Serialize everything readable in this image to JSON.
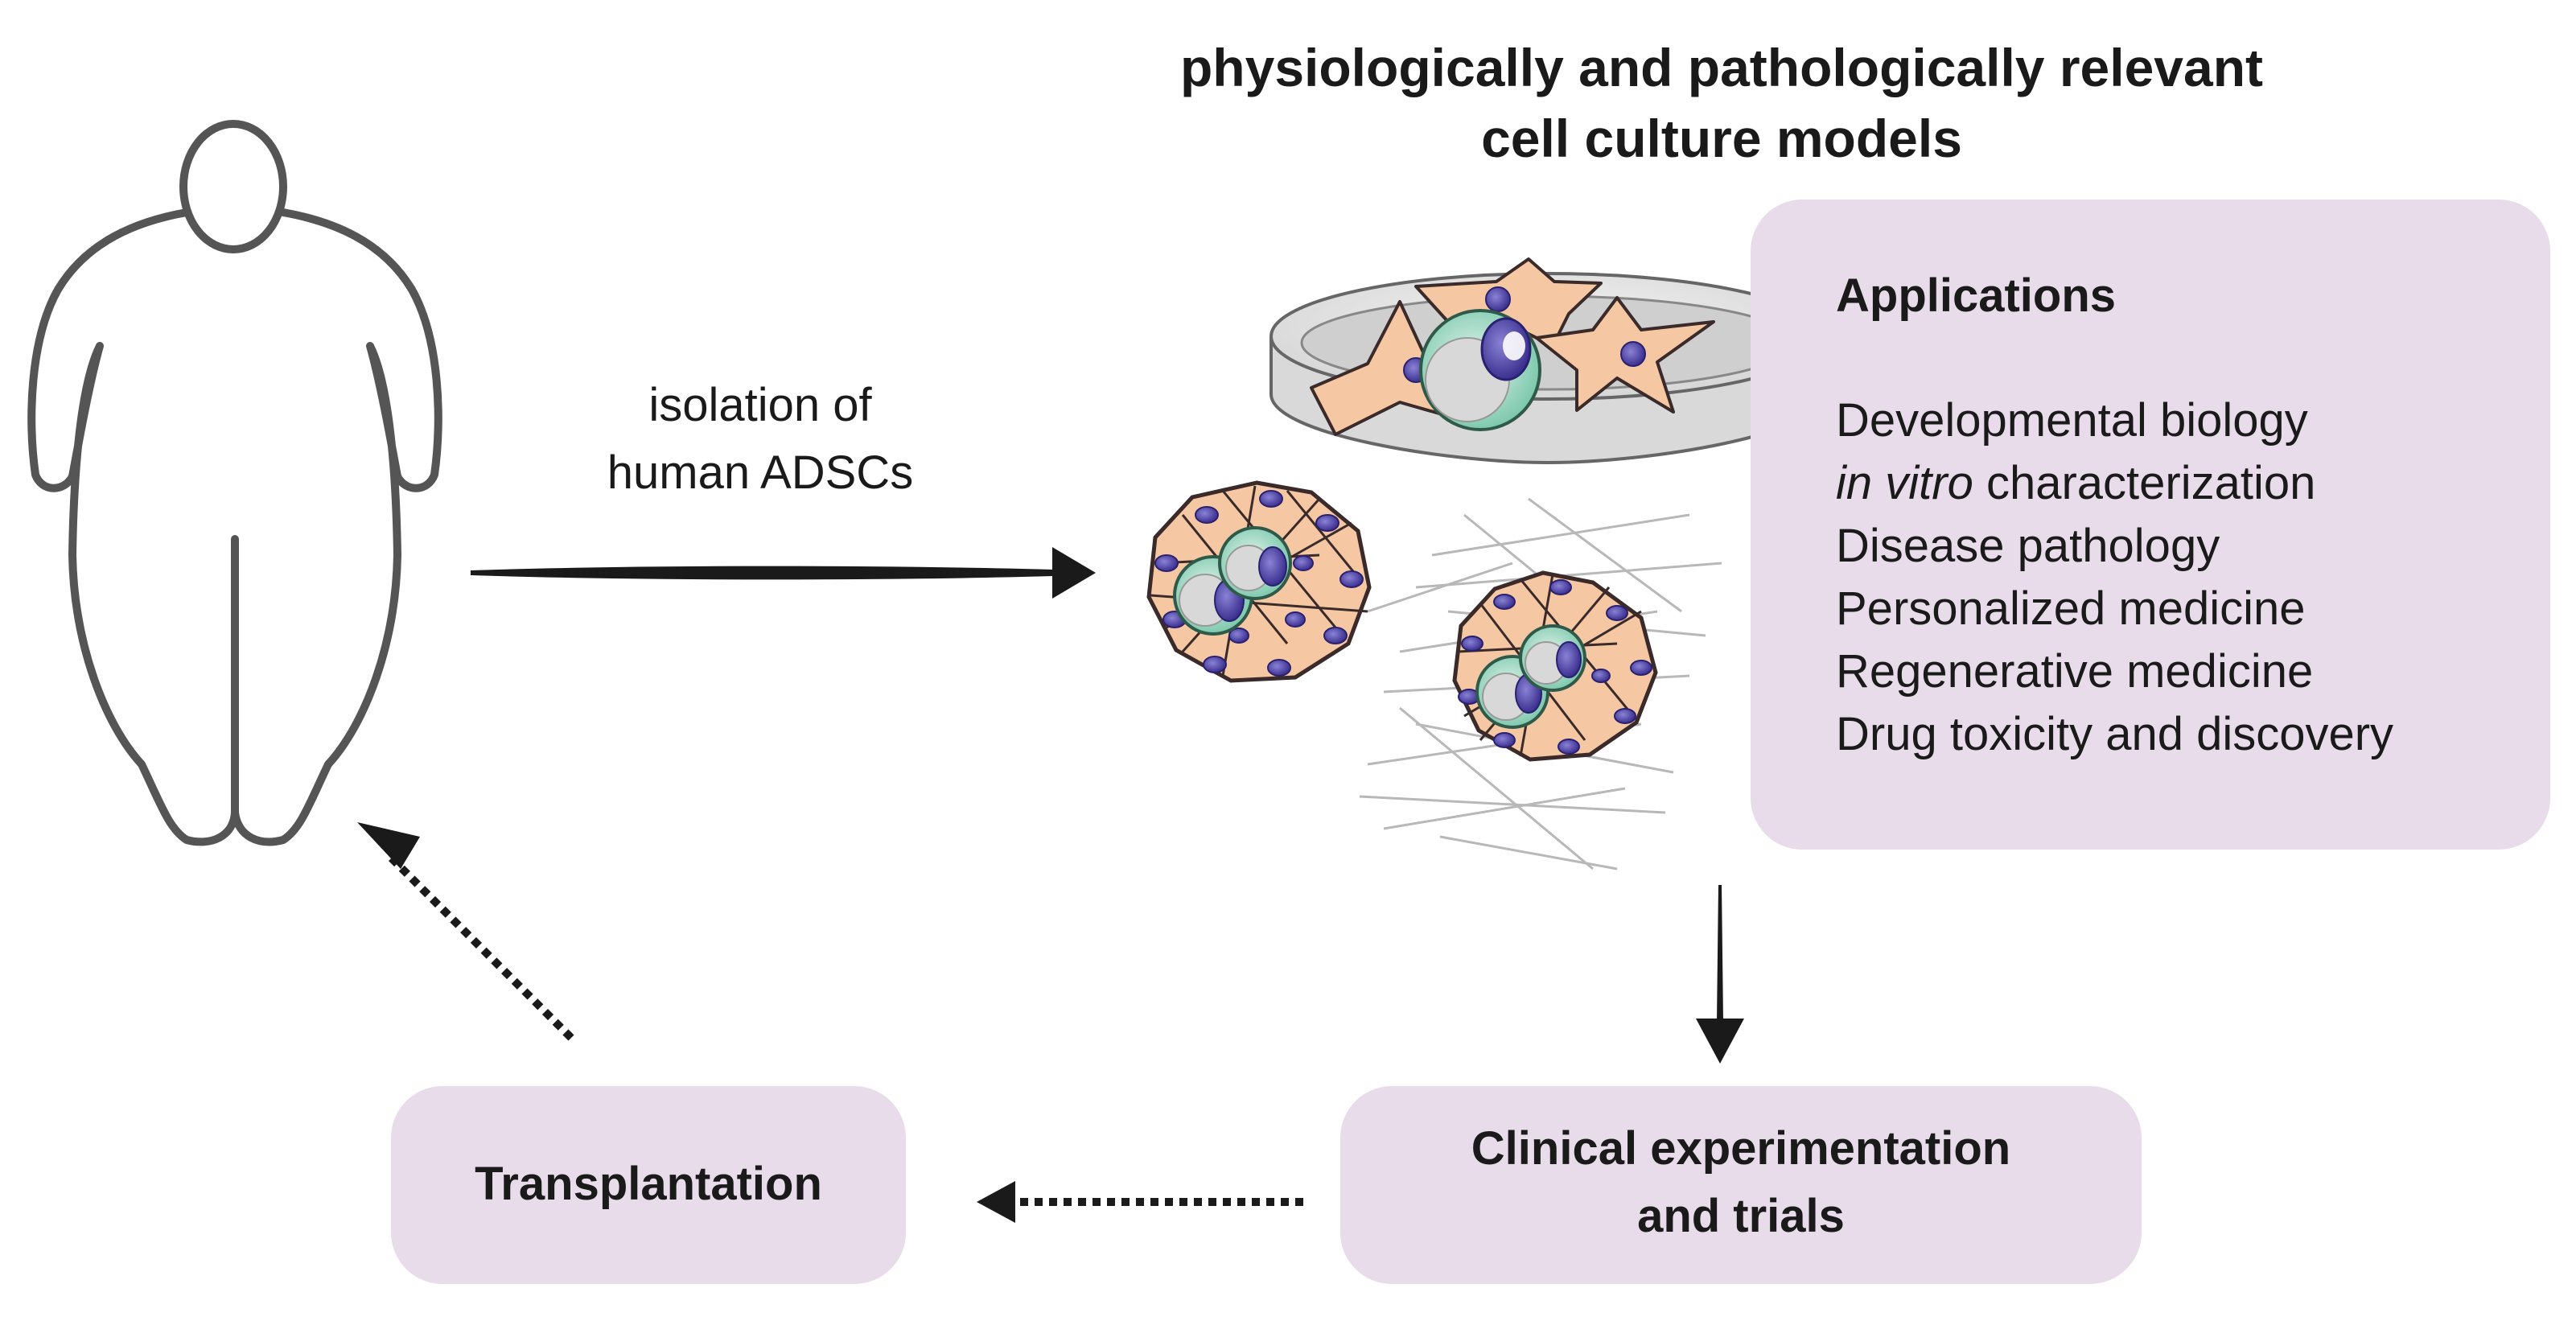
{
  "title": {
    "line1": "physiologically and pathologically relevant",
    "line2": "cell culture models"
  },
  "isolation_arrow": {
    "line1": "isolation of",
    "line2": "human ADSCs"
  },
  "applications": {
    "heading": "Applications",
    "items": [
      {
        "italic": "",
        "text": "Developmental biology"
      },
      {
        "italic": "in vitro",
        "text": " characterization"
      },
      {
        "italic": "",
        "text": "Disease pathology"
      },
      {
        "italic": "",
        "text": "Personalized medicine"
      },
      {
        "italic": "",
        "text": "Regenerative medicine"
      },
      {
        "italic": "",
        "text": "Drug toxicity and discovery"
      }
    ]
  },
  "clinical_box": {
    "line1": "Clinical experimentation",
    "line2": "and trials"
  },
  "transplant_box": {
    "label": "Transplantation"
  },
  "colors": {
    "box_fill": "#e8dbea",
    "cell_fill": "#f5c8a3",
    "nucleus": "#5a4fb0",
    "stem_cell": "#a8ddc8",
    "outline": "#555555"
  }
}
